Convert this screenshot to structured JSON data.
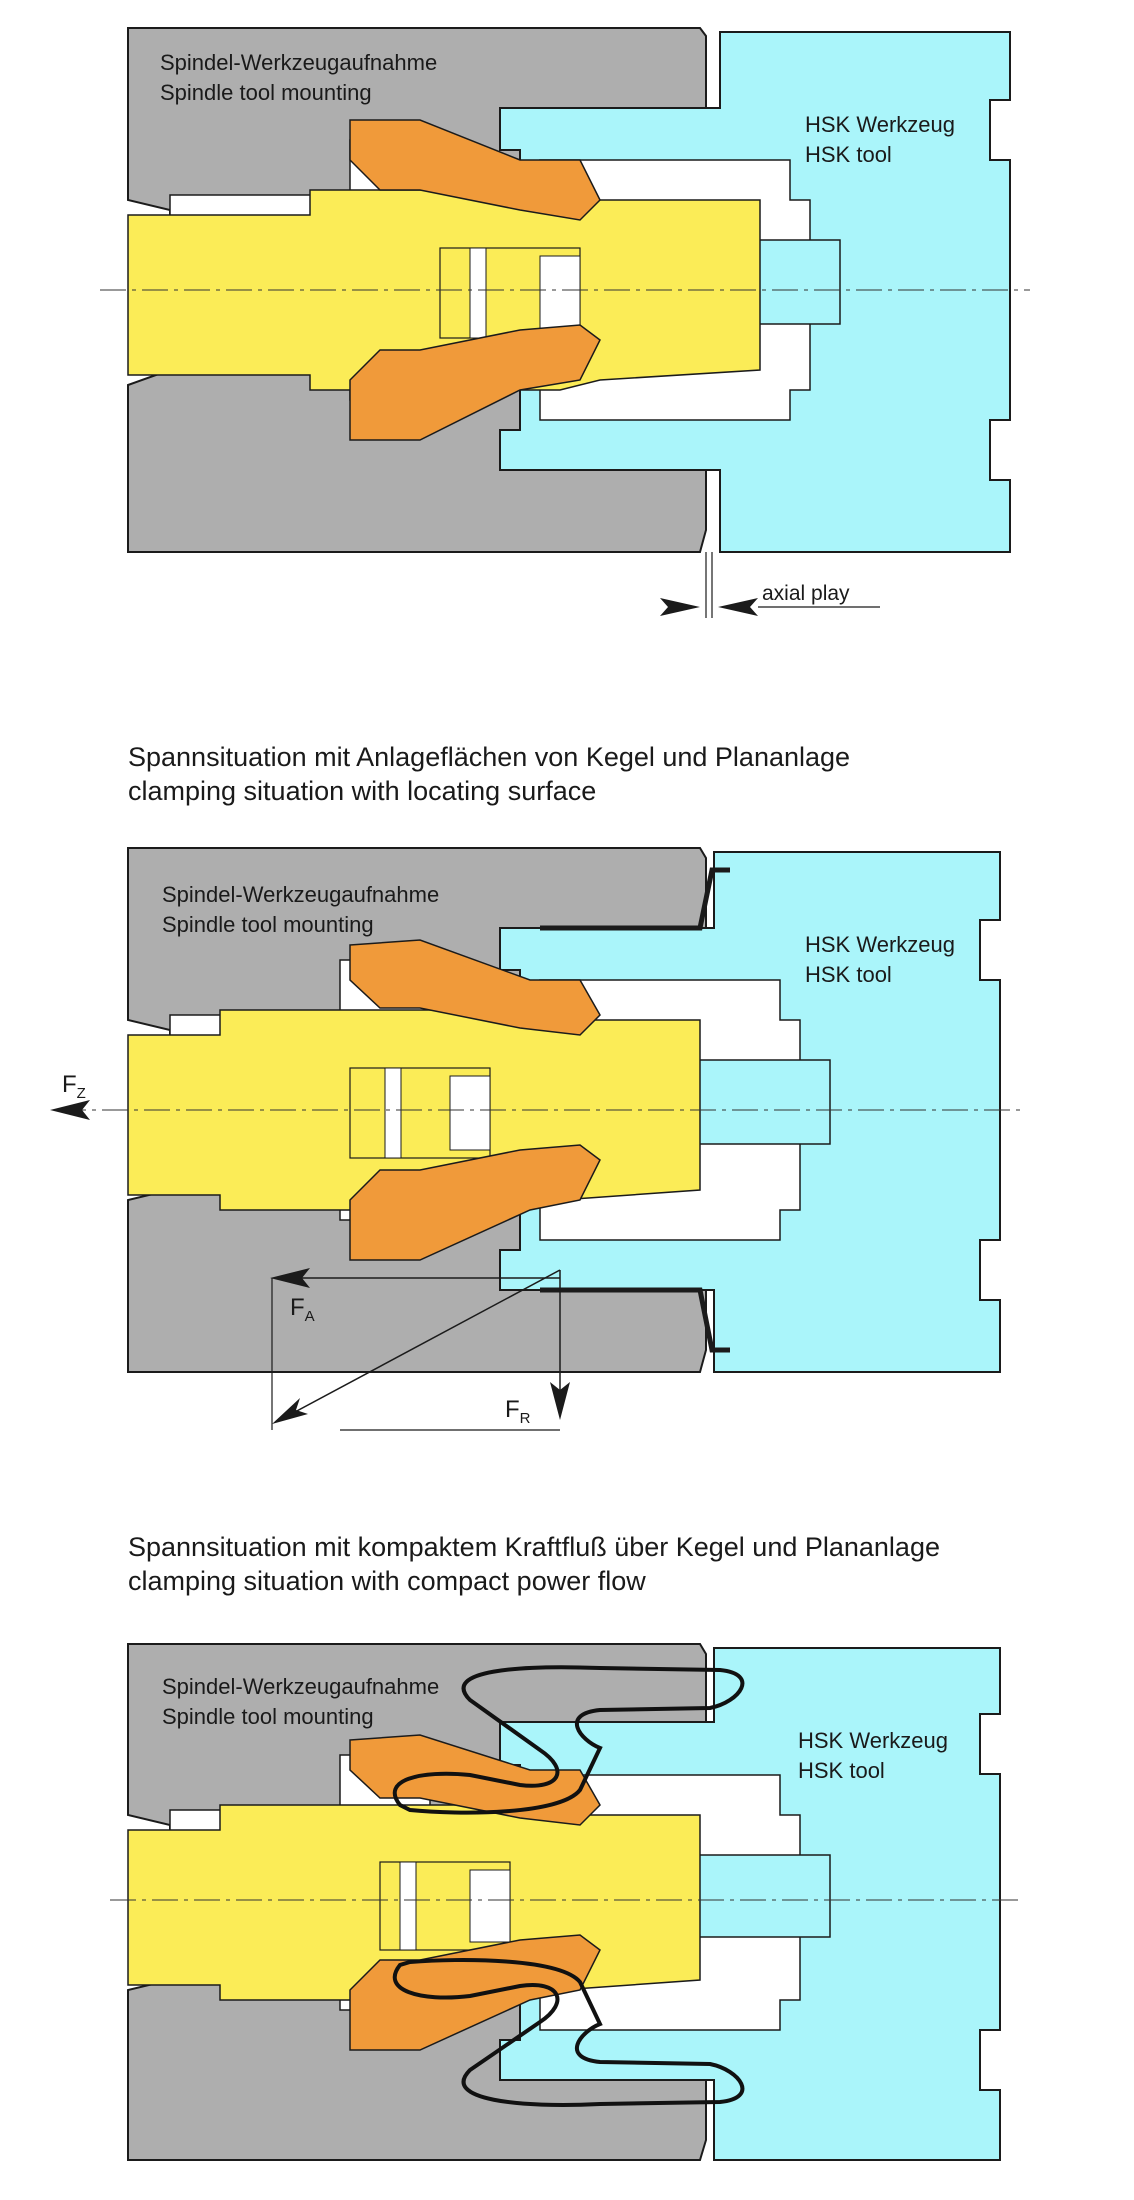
{
  "labels": {
    "spindle_de": "Spindel-Werkzeugaufnahme",
    "spindle_en": "Spindle tool mounting",
    "tool_de": "HSK Werkzeug",
    "tool_en": "HSK tool",
    "axial_play": "axial play",
    "force_main": "F",
    "force_z_sub": "Z",
    "force_a_sub": "A",
    "force_r_sub": "R"
  },
  "captions": {
    "caption2_de": "Spannsituation mit Anlageflächen von Kegel und Plananlage",
    "caption2_en": "clamping situation with locating surface",
    "caption3_de": "Spannsituation mit kompaktem Kraftfluß über Kegel und Plananlage",
    "caption3_en": "clamping situation with compact power flow"
  },
  "colors": {
    "spindle_gray": "#aeaeae",
    "tool_cyan": "#aaf5fa",
    "drawbar_yellow": "#fbec57",
    "segment_orange": "#f09a3a",
    "outline": "#1b1b1b"
  }
}
